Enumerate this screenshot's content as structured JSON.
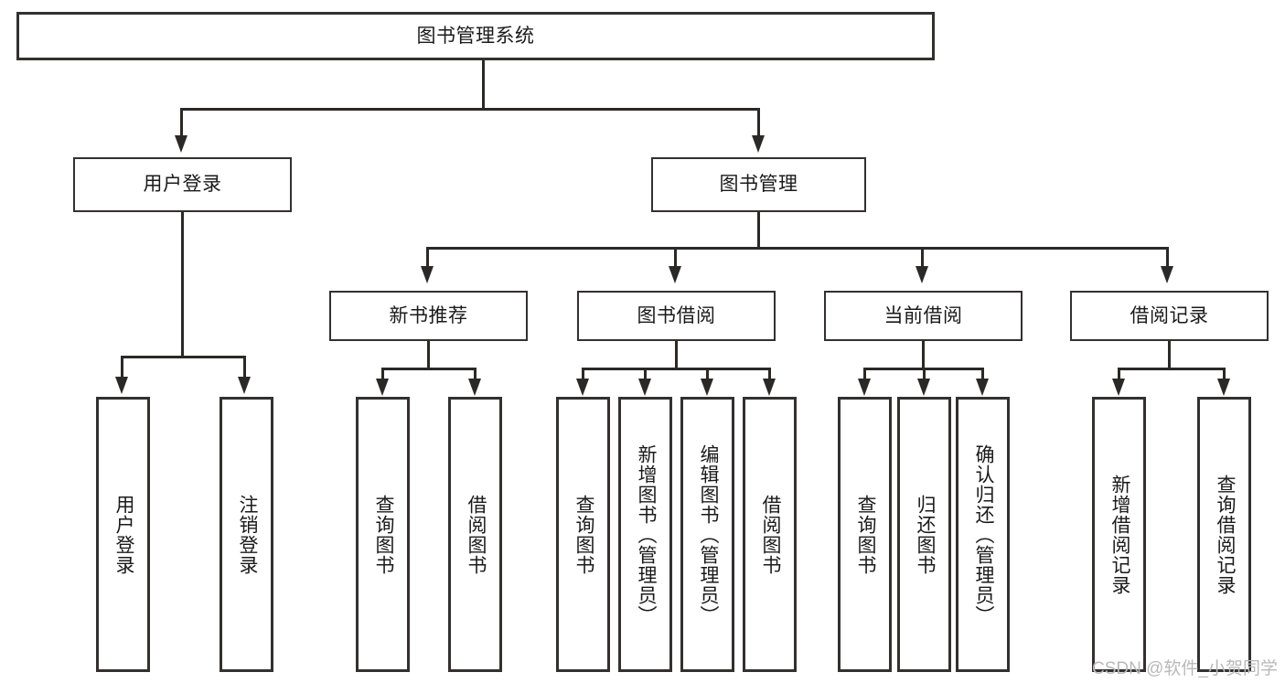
{
  "diagram": {
    "title": "图书管理系统",
    "watermark": "CSDN @软件_小贺同学",
    "line_color": "#2b2927",
    "box_border_color": "#33302f",
    "box_fill_color": "#ffffff",
    "text_color": "#1a1a1a",
    "watermark_color": "#b9b9b9"
  },
  "nodes": {
    "root": {
      "label": "图书管理系统"
    },
    "level2": [
      {
        "label": "用户登录"
      },
      {
        "label": "图书管理"
      }
    ],
    "level3": [
      {
        "label": "新书推荐"
      },
      {
        "label": "图书借阅"
      },
      {
        "label": "当前借阅"
      },
      {
        "label": "借阅记录"
      }
    ],
    "leaves": {
      "user_login": [
        {
          "label": "用户登录"
        },
        {
          "label": "注销登录"
        }
      ],
      "new_book_recommend": [
        {
          "label": "查询图书"
        },
        {
          "label": "借阅图书"
        }
      ],
      "book_borrow": [
        {
          "label": "查询图书"
        },
        {
          "label": "新增图书（管理员）"
        },
        {
          "label": "编辑图书（管理员）"
        },
        {
          "label": "借阅图书"
        }
      ],
      "current_borrow": [
        {
          "label": "查询图书"
        },
        {
          "label": "归还图书"
        },
        {
          "label": "确认归还（管理员）"
        }
      ],
      "borrow_record": [
        {
          "label": "新增借阅记录"
        },
        {
          "label": "查询借阅记录"
        }
      ]
    }
  }
}
